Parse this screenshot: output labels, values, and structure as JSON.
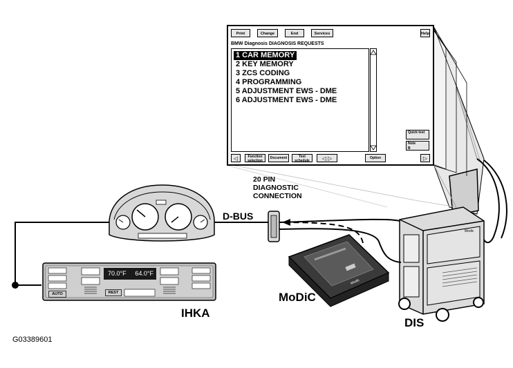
{
  "labels": {
    "dbus": "D-BUS",
    "connection_line1": "20 PIN",
    "connection_line2": "DIAGNOSTIC",
    "connection_line3": "CONNECTION",
    "modic": "MoDiC",
    "ihka": "IHKA",
    "dis": "DIS",
    "figure_code": "G03389601"
  },
  "screen": {
    "top_buttons": [
      "Print",
      "Change",
      "End",
      "Services"
    ],
    "help_button": "Help",
    "title": "BMW Diagnosis DIAGNOSIS REQUESTS",
    "menu_items": [
      "1 CAR MEMORY",
      "2 KEY MEMORY",
      "3 ZCS CODING",
      "4 PROGRAMMING",
      "5 ADJUSTMENT EWS - DME",
      "6 ADJUSTMENT EWS - DME"
    ],
    "selected_index": 0,
    "side_buttons": [
      "Quick test",
      "Note"
    ],
    "side_note_sub": "B",
    "bottom_buttons": [
      "Function selection",
      "Document",
      "Test schedule",
      "Option"
    ]
  },
  "ihka_panel": {
    "display_left": "70.0°F",
    "display_right": "64.0°F",
    "buttons": [
      "AUTO",
      "REST"
    ]
  },
  "modic_device_label": "Modic",
  "dis_cart_label": "Modic"
}
